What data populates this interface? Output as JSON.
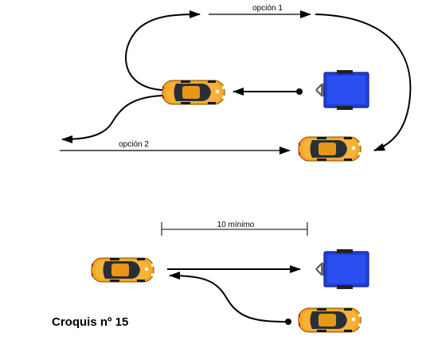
{
  "labels": {
    "option1": "opción 1",
    "option2": "opción 2",
    "distance": "10 mínimo",
    "caption": "Croquis nº 15"
  },
  "colors": {
    "car_body": "#f5a623",
    "car_shade": "#d4870e",
    "car_glass": "#2a2f36",
    "trailer_body": "#1f3fd6",
    "trailer_dark": "#0f2390",
    "line": "#000000"
  },
  "icons": {
    "car": "car-top-view",
    "trailer": "trailer-top-view",
    "start": "start-dot"
  }
}
